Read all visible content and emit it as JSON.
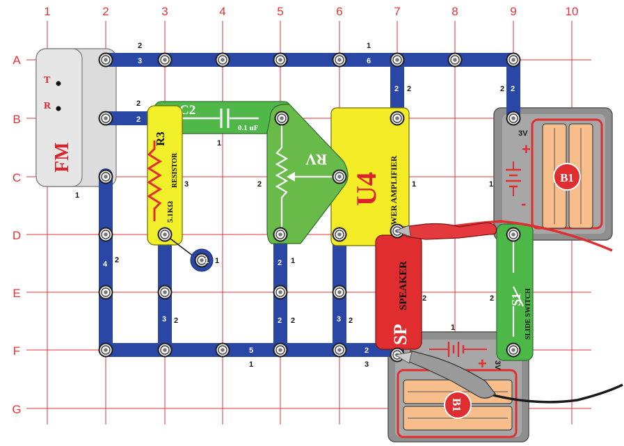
{
  "grid": {
    "columns": [
      "1",
      "2",
      "3",
      "4",
      "5",
      "6",
      "7",
      "8",
      "9",
      "10"
    ],
    "rows": [
      "A",
      "B",
      "C",
      "D",
      "E",
      "F",
      "G"
    ]
  },
  "colors": {
    "grid_line": "#e53238",
    "wire_blue": "#2a47a6",
    "resistor_yellow": "#f2ef2b",
    "capacitor_green": "#4fb848",
    "pot_green": "#68bb48",
    "amp_yellow": "#f4ec27",
    "speaker_red": "#e02d2f",
    "switch_green": "#4db848",
    "fm_gray": "#dcdcdc",
    "battery_gray": "#8f8f8f",
    "battery_orange": "#f7bd8a"
  },
  "components": {
    "fm": {
      "label": "FM",
      "t": "T",
      "r": "R",
      "level": "1"
    },
    "r3": {
      "ref": "R3",
      "desc": "RESISTOR",
      "value": "5.1KΩ",
      "level": "3"
    },
    "c2": {
      "ref": "C2",
      "value": "0.1 uF",
      "level": "1"
    },
    "rv": {
      "ref": "RV",
      "level": "2"
    },
    "u4": {
      "ref": "U4",
      "desc": "POWER AMPLIFIER",
      "level": "1"
    },
    "sp": {
      "ref": "SP",
      "desc": "SPEAKER",
      "level": "2"
    },
    "s1": {
      "ref": "S1",
      "desc": "SLIDE SWITCH",
      "level": "2"
    },
    "b1_top": {
      "ref": "B1",
      "voltage": "3V",
      "plus": "+",
      "minus": "-",
      "level": "1"
    },
    "b1_bottom": {
      "ref": "B1",
      "plus": "+",
      "voltage": "3V",
      "level": "1"
    },
    "single_snap": {
      "value": "1",
      "level": "1"
    }
  },
  "wires": {
    "a_top_2": {
      "value": "2"
    },
    "a_top_3": {
      "value": "3"
    },
    "a_top_1": {
      "value": "1"
    },
    "a_top_6": {
      "value": "6"
    },
    "b_row_2": {
      "value": "2"
    },
    "b_row_2b": {
      "value": "2"
    },
    "col7_2": {
      "value": "2"
    },
    "col7_2b": {
      "value": "2"
    },
    "col9_2": {
      "value": "2"
    },
    "col9_2b": {
      "value": "2"
    },
    "col2_4": {
      "value": "4"
    },
    "col2_2": {
      "value": "2"
    },
    "col3_3": {
      "value": "3"
    },
    "col3_2": {
      "value": "2"
    },
    "col5_top_2": {
      "value": "2"
    },
    "col5_top_1": {
      "value": "1"
    },
    "col5_bot_2": {
      "value": "2"
    },
    "col5_bot_2b": {
      "value": "2"
    },
    "col6_3": {
      "value": "3"
    },
    "col6_2": {
      "value": "2"
    },
    "f_row_5": {
      "value": "5"
    },
    "f_row_1": {
      "value": "1"
    },
    "f_row_2": {
      "value": "2"
    },
    "f_row_3": {
      "value": "3"
    }
  }
}
